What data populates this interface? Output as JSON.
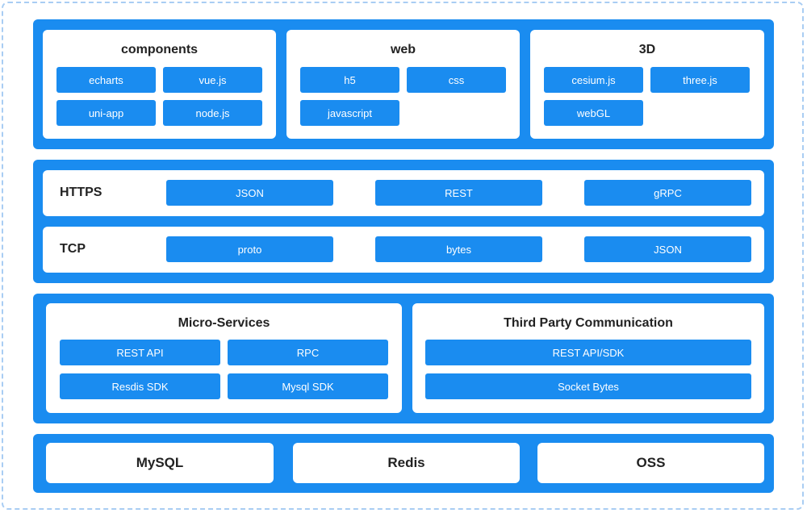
{
  "frontend": {
    "components": {
      "title": "components",
      "items": [
        "echarts",
        "vue.js",
        "uni-app",
        "node.js"
      ]
    },
    "web": {
      "title": "web",
      "items": [
        "h5",
        "css",
        "javascript"
      ]
    },
    "three_d": {
      "title": "3D",
      "items": [
        "cesium.js",
        "three.js",
        "webGL"
      ]
    }
  },
  "protocols": {
    "https": {
      "label": "HTTPS",
      "items": [
        "JSON",
        "REST",
        "gRPC"
      ]
    },
    "tcp": {
      "label": "TCP",
      "items": [
        "proto",
        "bytes",
        "JSON"
      ]
    }
  },
  "services": {
    "micro": {
      "title": "Micro-Services",
      "items": [
        "REST API",
        "RPC",
        "Resdis SDK",
        "Mysql SDK"
      ]
    },
    "third_party": {
      "title": "Third Party Communication",
      "items": [
        "REST API/SDK",
        "Socket Bytes"
      ]
    }
  },
  "storage": {
    "items": [
      "MySQL",
      "Redis",
      "OSS"
    ]
  },
  "colors": {
    "accent": "#1a8cf0",
    "frame": "#a9cdf3"
  }
}
